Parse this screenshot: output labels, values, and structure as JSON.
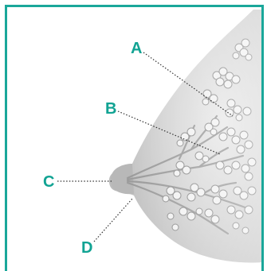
{
  "labels": {
    "a": "A",
    "b": "B",
    "c": "C",
    "d": "D"
  },
  "colors": {
    "frame": "#1aa79a",
    "label": "#11a393",
    "tissue": "#c9c9c9",
    "lobule": "#8e8e8e"
  }
}
